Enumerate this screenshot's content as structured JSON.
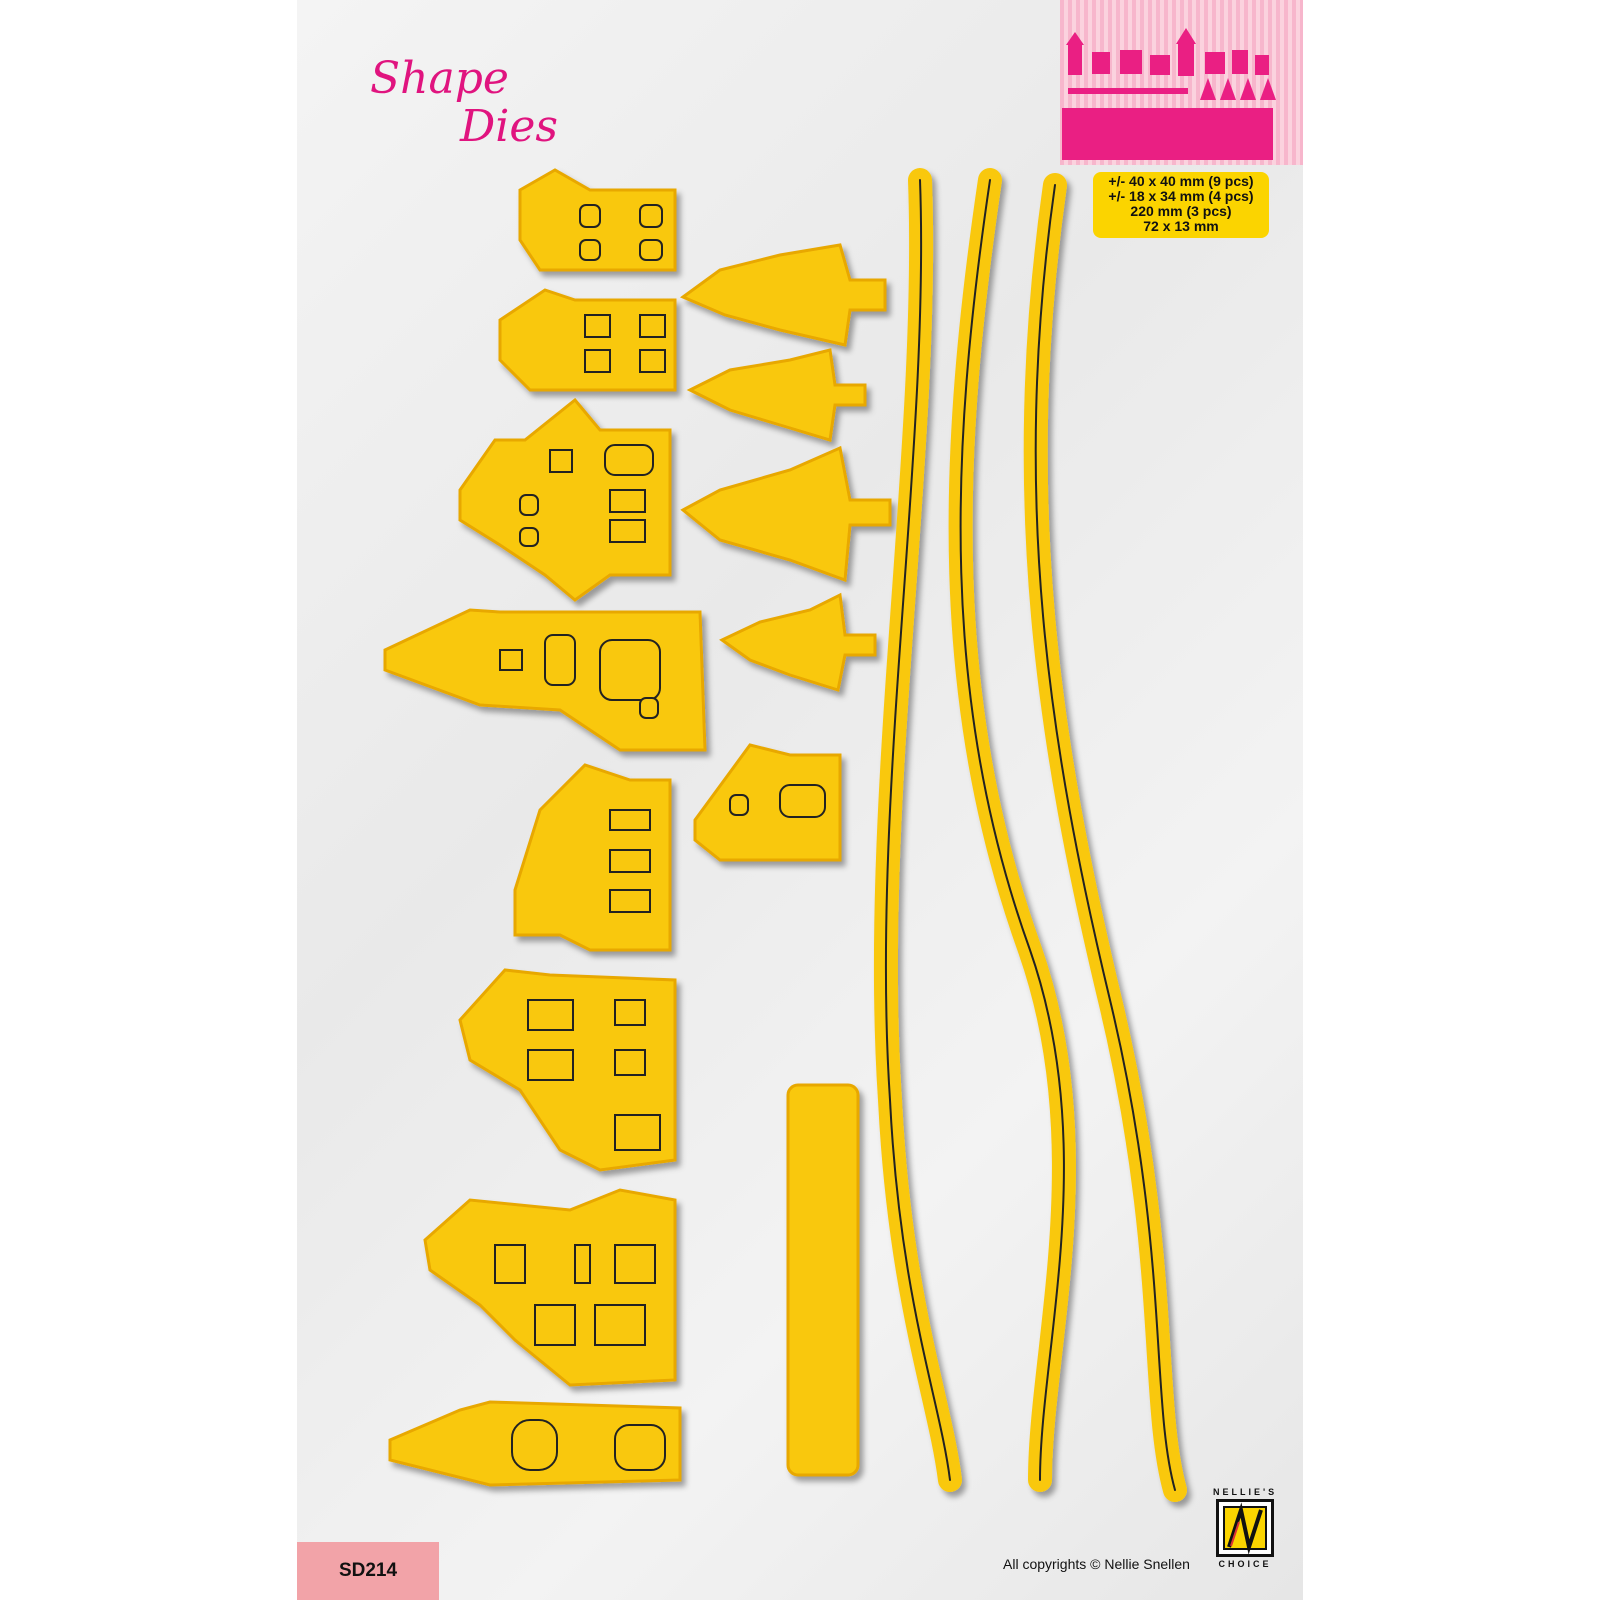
{
  "brand_title": {
    "line1": "Shape",
    "line2": "Dies"
  },
  "sizes": [
    "+/- 40 x 40 mm (9 pcs)",
    "+/- 18 x 34 mm (4 pcs)",
    "220 mm (3 pcs)",
    "72 x 13 mm"
  ],
  "product_code": "SD214",
  "copyright": "All copyrights © Nellie Snellen",
  "logo": {
    "top": "NELLIE'S",
    "bottom": "CHOICE"
  },
  "colors": {
    "die_yellow": "#F9C80E",
    "brand_pink": "#E0147F",
    "code_bg": "#F2A3A8"
  }
}
